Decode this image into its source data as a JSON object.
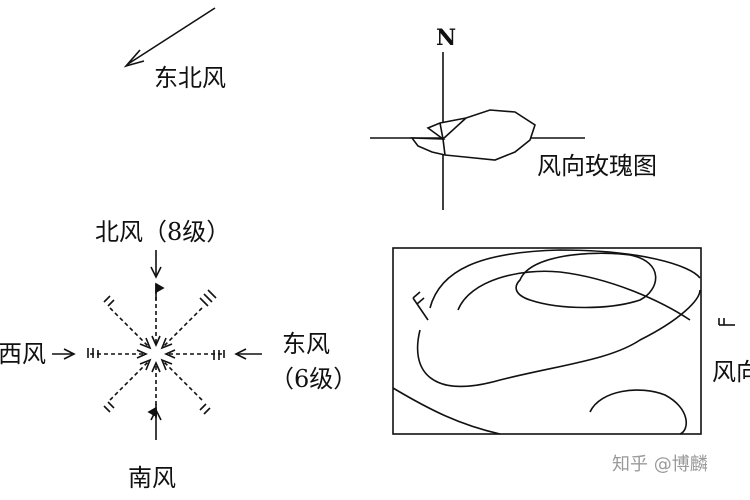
{
  "colors": {
    "ink": "#111111",
    "watermark": "#9a9a9a"
  },
  "panel_top_left": {
    "label": "东北风"
  },
  "panel_top_right": {
    "north_label": "N",
    "label": "风向玫瑰图"
  },
  "panel_bottom_left": {
    "north_label": "北风（8级）",
    "east_label_line1": "东风",
    "east_label_line2": "（6级）",
    "west_label": "西风",
    "south_label": "南风"
  },
  "panel_bottom_right": {
    "label": "风向"
  },
  "watermark": {
    "text": "知乎 @博麟"
  }
}
